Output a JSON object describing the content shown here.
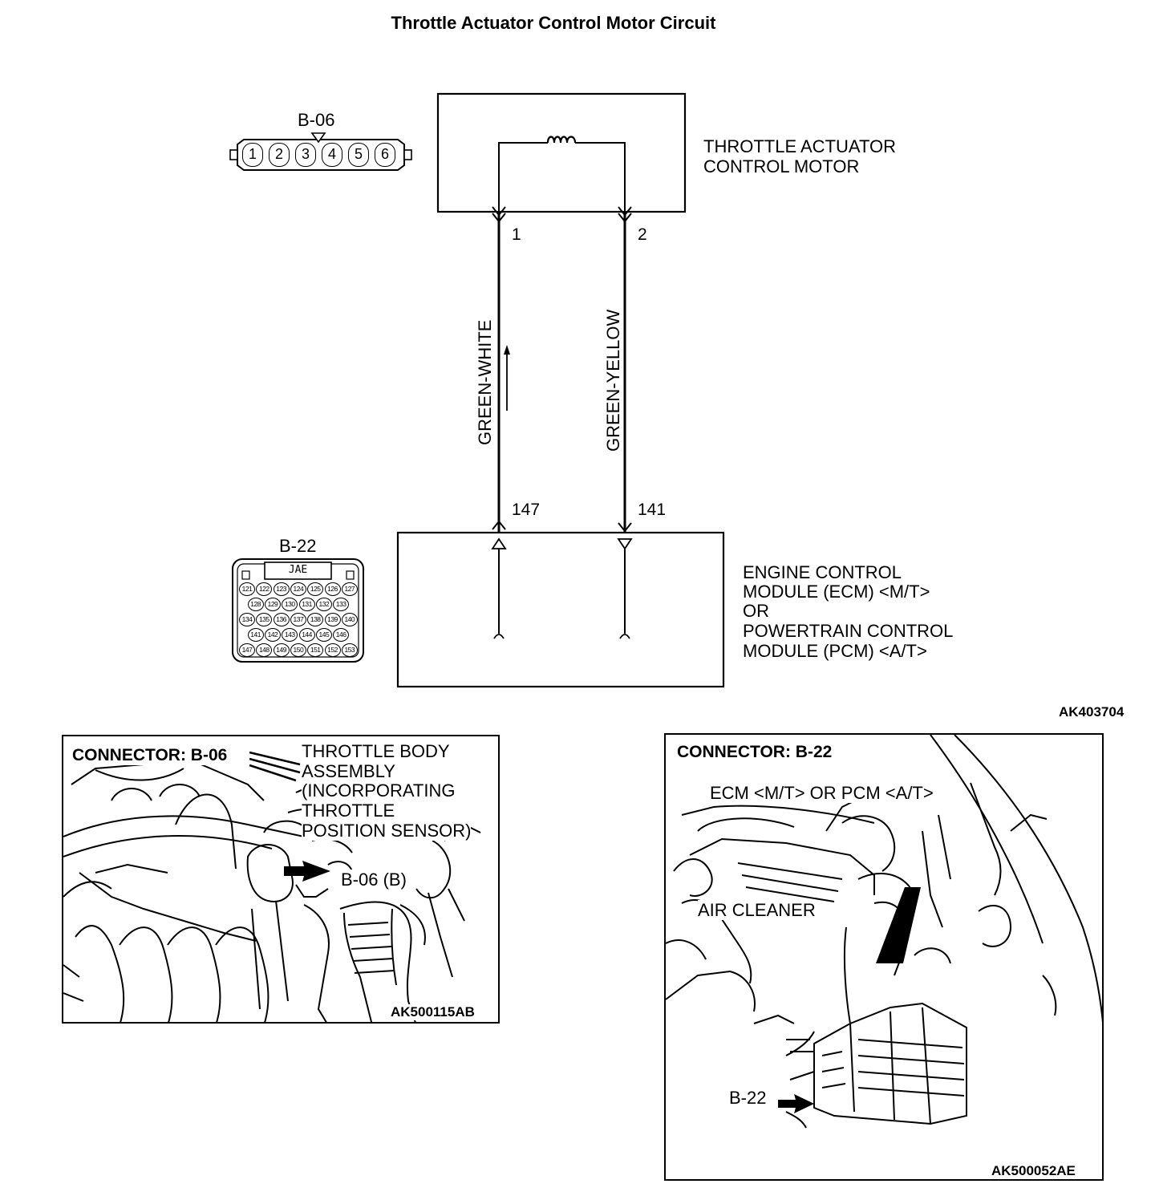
{
  "title": "Throttle Actuator Control Motor Circuit",
  "connector_b06": {
    "label": "B-06",
    "pins": [
      "1",
      "2",
      "3",
      "4",
      "5",
      "6"
    ]
  },
  "motor": {
    "line1": "THROTTLE ACTUATOR",
    "line2": "CONTROL MOTOR",
    "terminal_left": "1",
    "terminal_right": "2"
  },
  "wires": {
    "left": "GREEN-WHITE",
    "right": "GREEN-YELLOW"
  },
  "ecm": {
    "terminal_left": "147",
    "terminal_right": "141",
    "line1": "ENGINE CONTROL",
    "line2": "MODULE (ECM) <M/T>",
    "line3": "OR",
    "line4": "POWERTRAIN CONTROL",
    "line5": "MODULE (PCM) <A/T>"
  },
  "connector_b22": {
    "label": "B-22",
    "brand": "JAE",
    "rows": [
      [
        "121",
        "122",
        "123",
        "124",
        "125",
        "126",
        "127"
      ],
      [
        "128",
        "129",
        "130",
        "131",
        "132",
        "133"
      ],
      [
        "134",
        "135",
        "136",
        "137",
        "138",
        "139",
        "140"
      ],
      [
        "141",
        "142",
        "143",
        "144",
        "145",
        "146"
      ],
      [
        "147",
        "148",
        "149",
        "150",
        "151",
        "152",
        "153"
      ]
    ]
  },
  "diagram_code": "AK403704",
  "photo_left": {
    "heading": "CONNECTOR: B-06",
    "callout1": "THROTTLE BODY",
    "callout2": "ASSEMBLY",
    "callout3": "(INCORPORATING",
    "callout4": "THROTTLE",
    "callout5": "POSITION SENSOR)",
    "pointer": "B-06 (B)",
    "code": "AK500115AB"
  },
  "photo_right": {
    "heading": "CONNECTOR: B-22",
    "callout_ecm": "ECM <M/T> OR PCM <A/T>",
    "callout_air": "AIR CLEANER",
    "pointer": "B-22",
    "code": "AK500052AE"
  }
}
